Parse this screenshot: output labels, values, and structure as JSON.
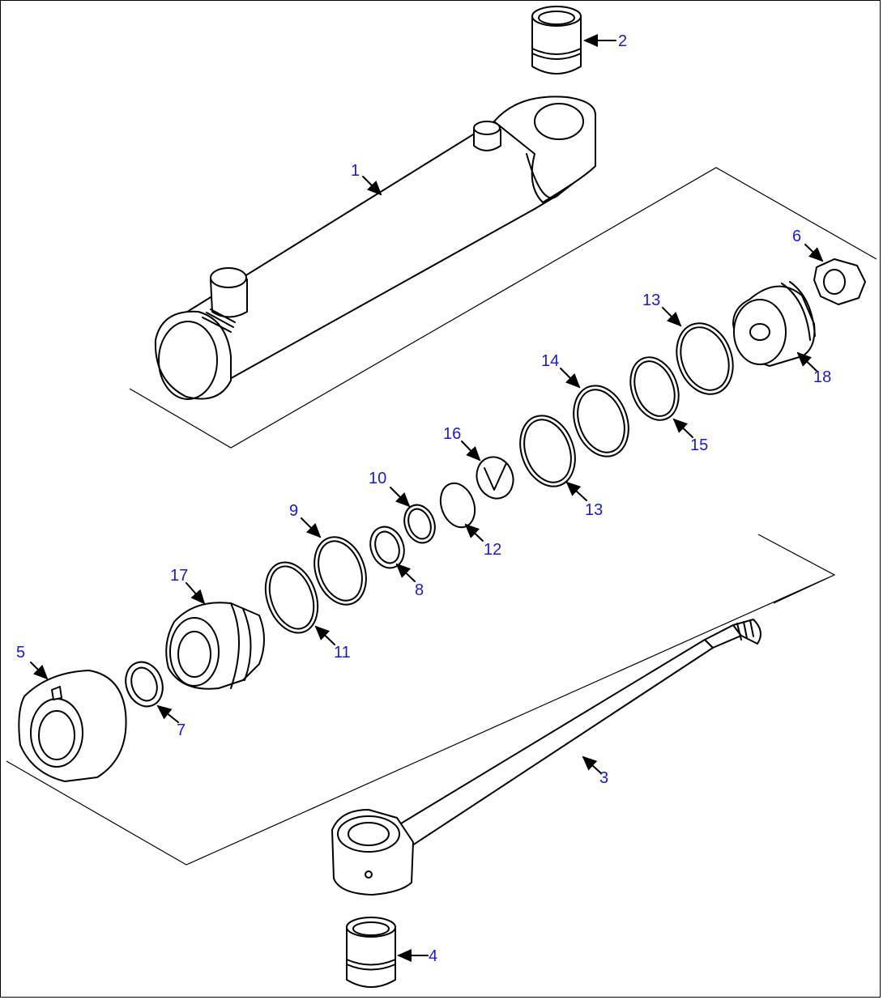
{
  "diagram": {
    "callouts": [
      {
        "id": "1",
        "text": "1"
      },
      {
        "id": "2",
        "text": "2"
      },
      {
        "id": "3",
        "text": "3"
      },
      {
        "id": "4",
        "text": "4"
      },
      {
        "id": "5",
        "text": "5"
      },
      {
        "id": "6",
        "text": "6"
      },
      {
        "id": "7",
        "text": "7"
      },
      {
        "id": "8",
        "text": "8"
      },
      {
        "id": "9",
        "text": "9"
      },
      {
        "id": "10",
        "text": "10"
      },
      {
        "id": "11",
        "text": "11"
      },
      {
        "id": "12",
        "text": "12"
      },
      {
        "id": "13a",
        "text": "13"
      },
      {
        "id": "13b",
        "text": "13"
      },
      {
        "id": "14",
        "text": "14"
      },
      {
        "id": "15",
        "text": "15"
      },
      {
        "id": "16",
        "text": "16"
      },
      {
        "id": "17",
        "text": "17"
      },
      {
        "id": "18",
        "text": "18"
      }
    ],
    "colors": {
      "callout": "#1a1ad6",
      "line": "#000000",
      "background": "#ffffff"
    }
  }
}
